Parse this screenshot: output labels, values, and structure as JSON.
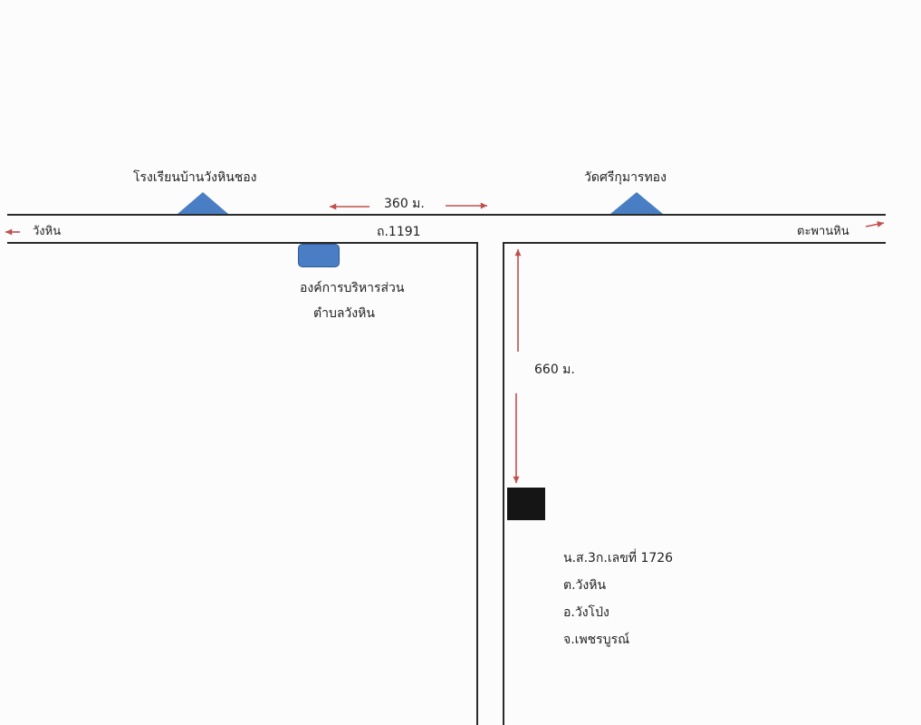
{
  "map": {
    "main_road": {
      "name": "ถ.1191",
      "left_direction": "วังหิน",
      "right_direction": "ตะพานหิน"
    },
    "landmarks": {
      "school": {
        "label": "โรงเรียนบ้านวังหินชอง",
        "icon": "triangle-landmark-icon",
        "color": "#4a7ec4"
      },
      "temple": {
        "label": "วัดศรีกุมารทอง",
        "icon": "triangle-landmark-icon",
        "color": "#4a7ec4"
      },
      "office": {
        "label_line1": "องค์การบริหารส่วน",
        "label_line2": "ตำบลวังหิน",
        "icon": "rounded-rect-office-icon",
        "color": "#4a7ec4"
      }
    },
    "distances": {
      "horizontal": "360 ม.",
      "vertical": "660 ม."
    },
    "property": {
      "marker_icon": "black-square-property-icon",
      "marker_color": "#151515",
      "details": [
        "น.ส.3ก.เลขที่ 1726",
        "ต.วังหิน",
        "อ.วังโป่ง",
        "จ.เพชรบูรณ์"
      ]
    },
    "arrow_color": "#c0504d"
  }
}
